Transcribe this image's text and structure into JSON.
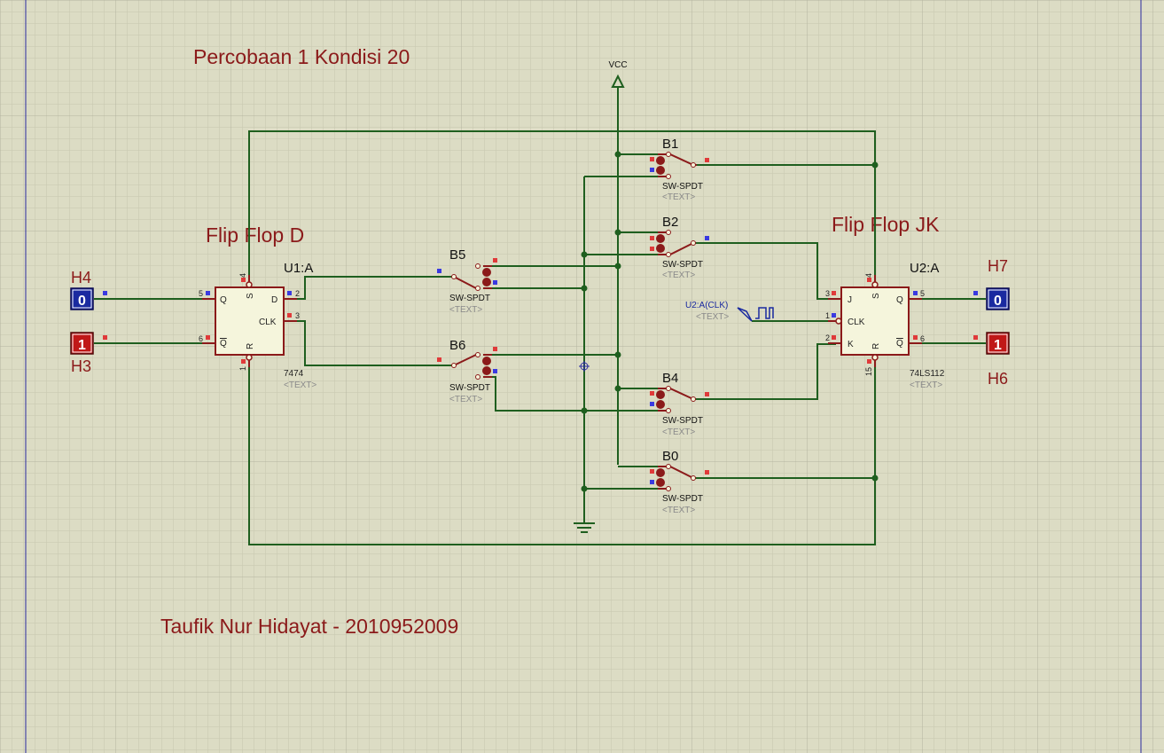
{
  "titles": {
    "experiment": "Percobaan 1 Kondisi 20",
    "flipflop_d": "Flip Flop D",
    "flipflop_jk": "Flip Flop JK",
    "author": "Taufik Nur Hidayat - 2010952009"
  },
  "power": {
    "vcc_label": "VCC"
  },
  "chips": {
    "u1": {
      "ref": "U1:A",
      "part": "7474",
      "text": "<TEXT>",
      "pins": {
        "s": "S",
        "d": "D",
        "clk": "CLK",
        "q": "Q",
        "qbar": "Q",
        "r": "R"
      },
      "pin_numbers": {
        "s": "4",
        "d": "2",
        "clk": "3",
        "q": "5",
        "qbar": "6",
        "r": "1"
      }
    },
    "u2": {
      "ref": "U2:A",
      "part": "74LS112",
      "text": "<TEXT>",
      "pins": {
        "s": "S",
        "j": "J",
        "clk": "CLK",
        "k": "K",
        "q": "Q",
        "qbar": "Q",
        "r": "R"
      },
      "pin_numbers": {
        "s": "4",
        "j": "3",
        "clk": "1",
        "k": "2",
        "q": "5",
        "qbar": "6",
        "r": "15"
      }
    }
  },
  "switches": [
    {
      "ref": "B1",
      "type": "SW-SPDT",
      "text": "<TEXT>"
    },
    {
      "ref": "B2",
      "type": "SW-SPDT",
      "text": "<TEXT>"
    },
    {
      "ref": "B4",
      "type": "SW-SPDT",
      "text": "<TEXT>"
    },
    {
      "ref": "B0",
      "type": "SW-SPDT",
      "text": "<TEXT>"
    },
    {
      "ref": "B5",
      "type": "SW-SPDT",
      "text": "<TEXT>"
    },
    {
      "ref": "B6",
      "type": "SW-SPDT",
      "text": "<TEXT>"
    }
  ],
  "probes": {
    "h4": {
      "ref": "H4",
      "value": "0"
    },
    "h3": {
      "ref": "H3",
      "value": "1"
    },
    "h7": {
      "ref": "H7",
      "value": "0"
    },
    "h6": {
      "ref": "H6",
      "value": "1"
    }
  },
  "clock": {
    "label": "U2:A(CLK)",
    "text": "<TEXT>"
  },
  "colors": {
    "background": "#dcdcc4",
    "grid": "#c6c6ae",
    "grid_major": "#b4b4a0",
    "wire": "#1f5f1f",
    "component": "#8b1a1a",
    "chip_fill": "#f5f5dc",
    "probe_low": "#1a2aa0",
    "probe_high": "#c01818",
    "clock_label": "#1a2aa0",
    "placeholder": "#8a8a8a"
  }
}
